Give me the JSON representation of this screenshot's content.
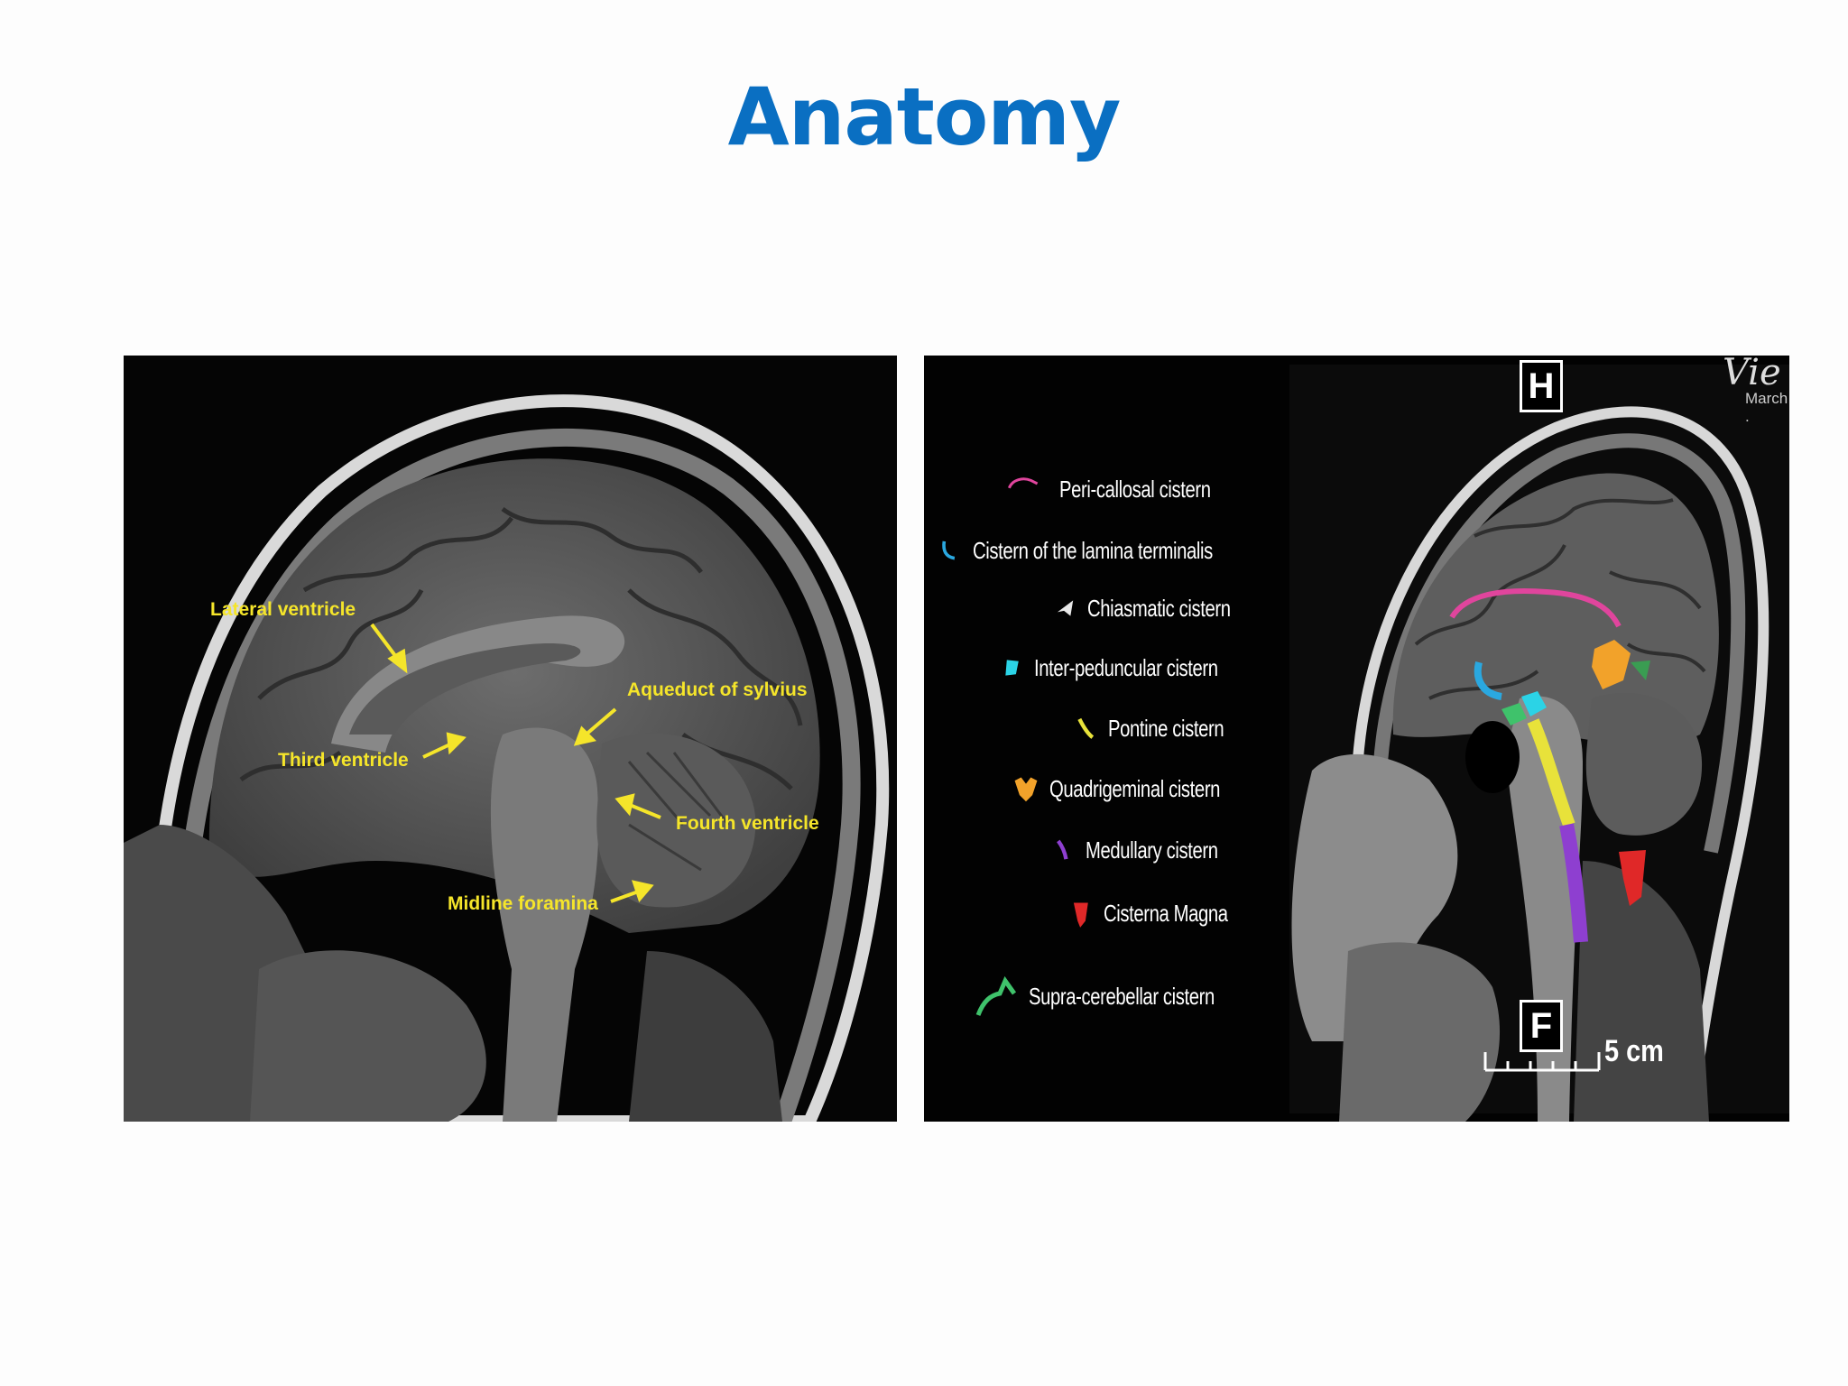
{
  "slide": {
    "title": "Anatomy",
    "title_color": "#0a6fc2"
  },
  "left_panel": {
    "label_color": "#f5e52a",
    "labels": {
      "lateral_ventricle": "Lateral ventricle",
      "third_ventricle": "Third ventricle",
      "aqueduct": "Aqueduct of sylvius",
      "fourth_ventricle": "Fourth ventricle",
      "midline_foramina": "Midline foramina"
    }
  },
  "right_panel": {
    "legend": [
      {
        "label": "Peri-callosal cistern",
        "color": "#e0459d",
        "icon": "curve-icon"
      },
      {
        "label": "Cistern of the lamina terminalis",
        "color": "#2aa8e0",
        "icon": "hook-icon"
      },
      {
        "label": "Chiasmatic cistern",
        "color": "#e8e8e8",
        "icon": "wedge-icon"
      },
      {
        "label": "Inter-peduncular cistern",
        "color": "#2bd3e6",
        "icon": "blob-icon"
      },
      {
        "label": "Pontine cistern",
        "color": "#e8e23a",
        "icon": "band-icon"
      },
      {
        "label": "Quadrigeminal cistern",
        "color": "#f2a22a",
        "icon": "heart-icon"
      },
      {
        "label": "Medullary cistern",
        "color": "#8e3fd0",
        "icon": "stroke-icon"
      },
      {
        "label": "Cisterna Magna",
        "color": "#e02828",
        "icon": "cup-icon"
      },
      {
        "label": "Supra-cerebellar cistern",
        "color": "#3fc26b",
        "icon": "peak-icon"
      }
    ],
    "head_marker": "H",
    "foot_marker": "F",
    "scale_label": "5 cm",
    "watermark": "Vie",
    "watermark_sub": "March ."
  }
}
